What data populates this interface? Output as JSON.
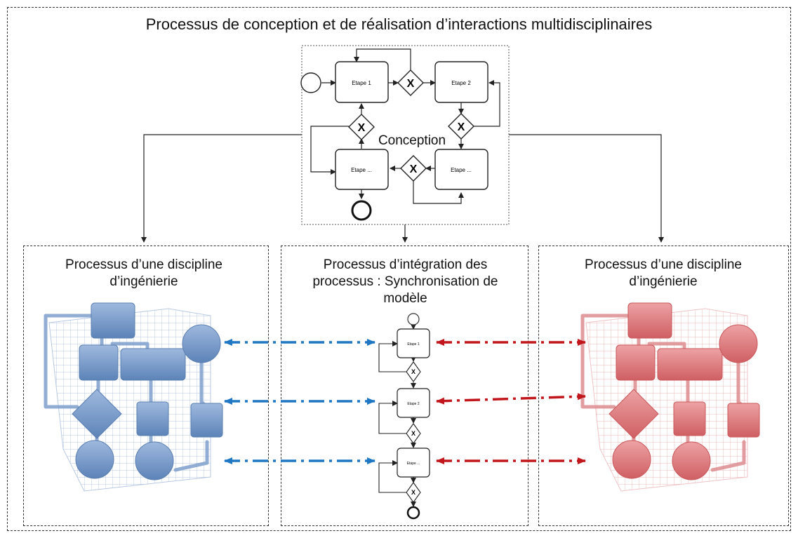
{
  "title": "Processus de conception et de réalisation d’interactions multidisciplinaires",
  "conception": {
    "label": "Conception",
    "steps": [
      "Etape 1",
      "Etape 2",
      "Etape ...",
      "Etape ..."
    ],
    "gateway_symbol": "X"
  },
  "panels": {
    "left_title": "Processus d’une discipline d’ingénierie",
    "middle_title": "Processus d’intégration des processus : Synchronisation de modèle",
    "right_title": "Processus d’une discipline d’ingénierie"
  },
  "sync": {
    "steps": [
      "Etape 1",
      "Etape 2",
      "Etape ..."
    ],
    "gateway_symbol": "X"
  },
  "colors": {
    "blue_arrow": "#1f77c4",
    "red_arrow": "#c0161c",
    "blue_process": "#6f93c4",
    "red_process": "#d9777a",
    "border": "#333333"
  }
}
